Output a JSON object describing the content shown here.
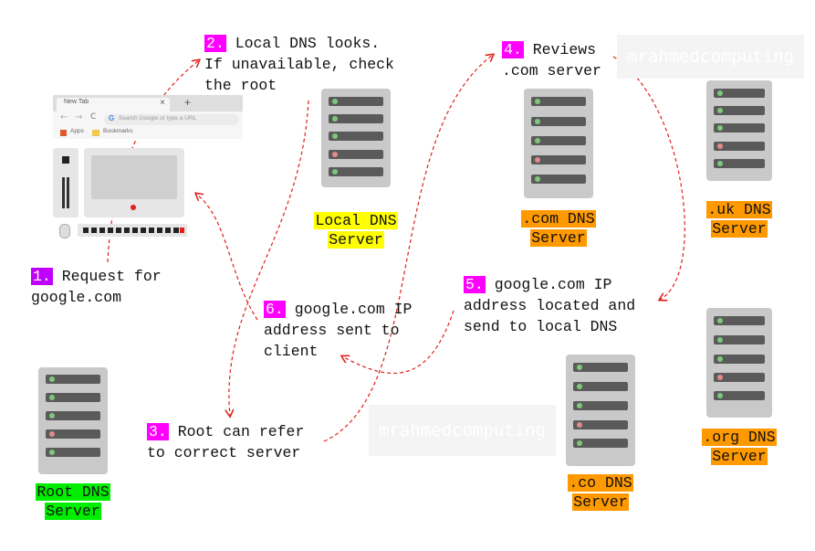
{
  "colors": {
    "step_number": "#c000f8",
    "label_yellow": "#ffff00",
    "label_orange": "#ff9900",
    "label_green": "#00ee00",
    "arrow_red": "#e0201a"
  },
  "steps": [
    {
      "num": "1.",
      "lines": [
        "Request for",
        "google.com"
      ]
    },
    {
      "num": "2.",
      "lines": [
        "Local DNS looks.",
        "If unavailable, check",
        "the root"
      ]
    },
    {
      "num": "3.",
      "lines": [
        "Root can refer",
        "to correct server"
      ]
    },
    {
      "num": "4.",
      "lines": [
        "Reviews",
        ".com server"
      ]
    },
    {
      "num": "5.",
      "lines": [
        "google.com IP",
        "address located and",
        "send to local DNS"
      ]
    },
    {
      "num": "6.",
      "lines": [
        "google.com IP",
        "address sent to",
        "client"
      ]
    }
  ],
  "servers": {
    "local": {
      "label": [
        "Local DNS",
        "Server"
      ]
    },
    "com": {
      "label": [
        ".com DNS",
        "Server"
      ]
    },
    "uk": {
      "label": [
        ".uk DNS",
        "Server"
      ]
    },
    "org": {
      "label": [
        ".org DNS",
        "Server"
      ]
    },
    "co": {
      "label": [
        ".co DNS",
        "Server"
      ]
    },
    "root": {
      "label": [
        "Root DNS",
        "Server"
      ]
    }
  },
  "browser": {
    "tab_title": "New Tab",
    "tab_close": "×",
    "new_tab": "+",
    "search_placeholder": "Search Google or type a URL",
    "bookmark_apps": "Apps",
    "bookmark_bookmarks": "Bookmarks"
  },
  "watermarks": [
    "mrahmedcomputing",
    "mrahmedcomputing"
  ]
}
